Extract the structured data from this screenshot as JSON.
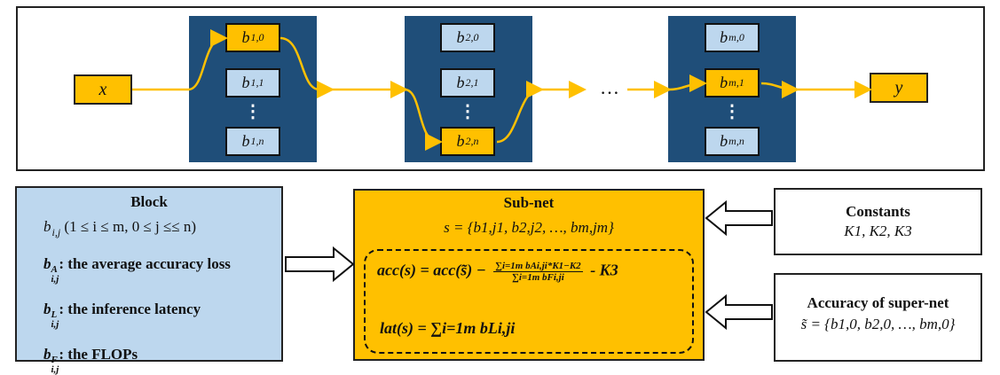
{
  "top": {
    "input_label": "x",
    "output_label": "y",
    "ellipsis": "…",
    "stages": [
      {
        "blocks": [
          [
            "b",
            "1,0"
          ],
          [
            "b",
            "1,1"
          ],
          [
            "b",
            "1,n"
          ]
        ],
        "selected": 0
      },
      {
        "blocks": [
          [
            "b",
            "2,0"
          ],
          [
            "b",
            "2,1"
          ],
          [
            "b",
            "2,n"
          ]
        ],
        "selected": 2
      },
      {
        "blocks": [
          [
            "b",
            "m,0"
          ],
          [
            "b",
            "m,1"
          ],
          [
            "b",
            "m,n"
          ]
        ],
        "selected": 1
      }
    ],
    "vdots": "⋮"
  },
  "block": {
    "title": "Block",
    "definition": "b_{i,j} (1 ≤ i ≤ m, 0 ≤ j ≤≤ n)",
    "def_main": "b",
    "def_sub": "i,j",
    "def_rest": " (1 ≤ i ≤ m, 0 ≤ j ≤≤ n)",
    "items": [
      {
        "sup": "A",
        "sub": "i,j",
        "text": ": the average accuracy loss"
      },
      {
        "sup": "L",
        "sub": "i,j",
        "text": ": the inference latency"
      },
      {
        "sup": "F",
        "sub": "i,j",
        "text": ": the FLOPs"
      }
    ]
  },
  "subnet": {
    "title": "Sub-net",
    "set_def": "s = {b1,j1, b2,j2, …, bm,jm}",
    "acc_lhs": "acc(s) = acc(s̃) −",
    "acc_num": "∑i=1m bAi,ji*K1−K2",
    "acc_den": "∑i=1m bFi,ji",
    "acc_tail": "- K3",
    "lat": "lat(s) = ∑i=1m bLi,ji"
  },
  "constants": {
    "title": "Constants",
    "values": "K1, K2, K3"
  },
  "supernet": {
    "title": "Accuracy of super-net",
    "set_def": "s̃ = {b1,0, b2,0, …, bm,0}"
  },
  "colors": {
    "stage_bg": "#1f4e79",
    "block_bg": "#bdd7ee",
    "selected_bg": "#ffc000",
    "arrow": "#ffc000"
  }
}
